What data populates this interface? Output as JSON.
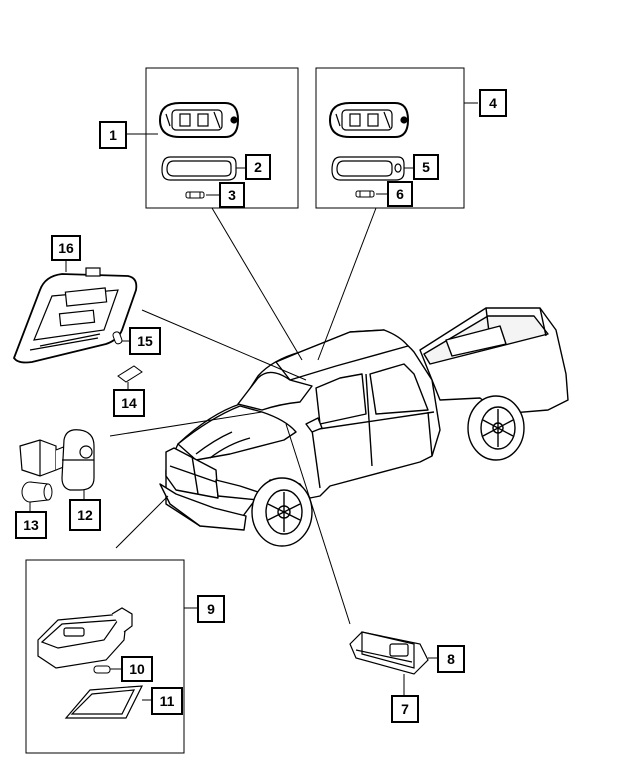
{
  "callouts": {
    "c1": "1",
    "c2": "2",
    "c3": "3",
    "c4": "4",
    "c5": "5",
    "c6": "6",
    "c7": "7",
    "c8": "8",
    "c9": "9",
    "c10": "10",
    "c11": "11",
    "c12": "12",
    "c13": "13",
    "c14": "14",
    "c15": "15",
    "c16": "16"
  },
  "colors": {
    "line": "#000000",
    "fill": "#ffffff",
    "shade": "#d9d9d9"
  }
}
